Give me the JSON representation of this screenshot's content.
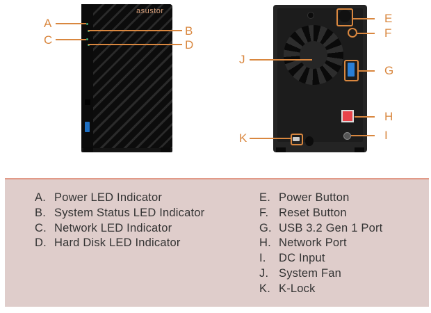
{
  "figure": {
    "front_view": {
      "brand": "asustor",
      "callouts": [
        "A",
        "B",
        "C",
        "D"
      ]
    },
    "rear_view": {
      "callouts": [
        "E",
        "F",
        "G",
        "H",
        "I",
        "J",
        "K"
      ]
    },
    "accent_color": "#d9873f"
  },
  "legend": {
    "left": [
      {
        "key": "A.",
        "label": "Power LED Indicator"
      },
      {
        "key": "B.",
        "label": "System Status LED Indicator"
      },
      {
        "key": "C.",
        "label": "Network LED Indicator"
      },
      {
        "key": "D.",
        "label": "Hard Disk LED Indicator"
      }
    ],
    "right": [
      {
        "key": "E.",
        "label": "Power Button"
      },
      {
        "key": "F.",
        "label": "Reset Button"
      },
      {
        "key": "G.",
        "label": "USB 3.2 Gen 1 Port"
      },
      {
        "key": "H.",
        "label": "Network Port"
      },
      {
        "key": "I.",
        "label": "DC Input"
      },
      {
        "key": "J.",
        "label": "System Fan"
      },
      {
        "key": "K.",
        "label": "K-Lock"
      }
    ]
  }
}
